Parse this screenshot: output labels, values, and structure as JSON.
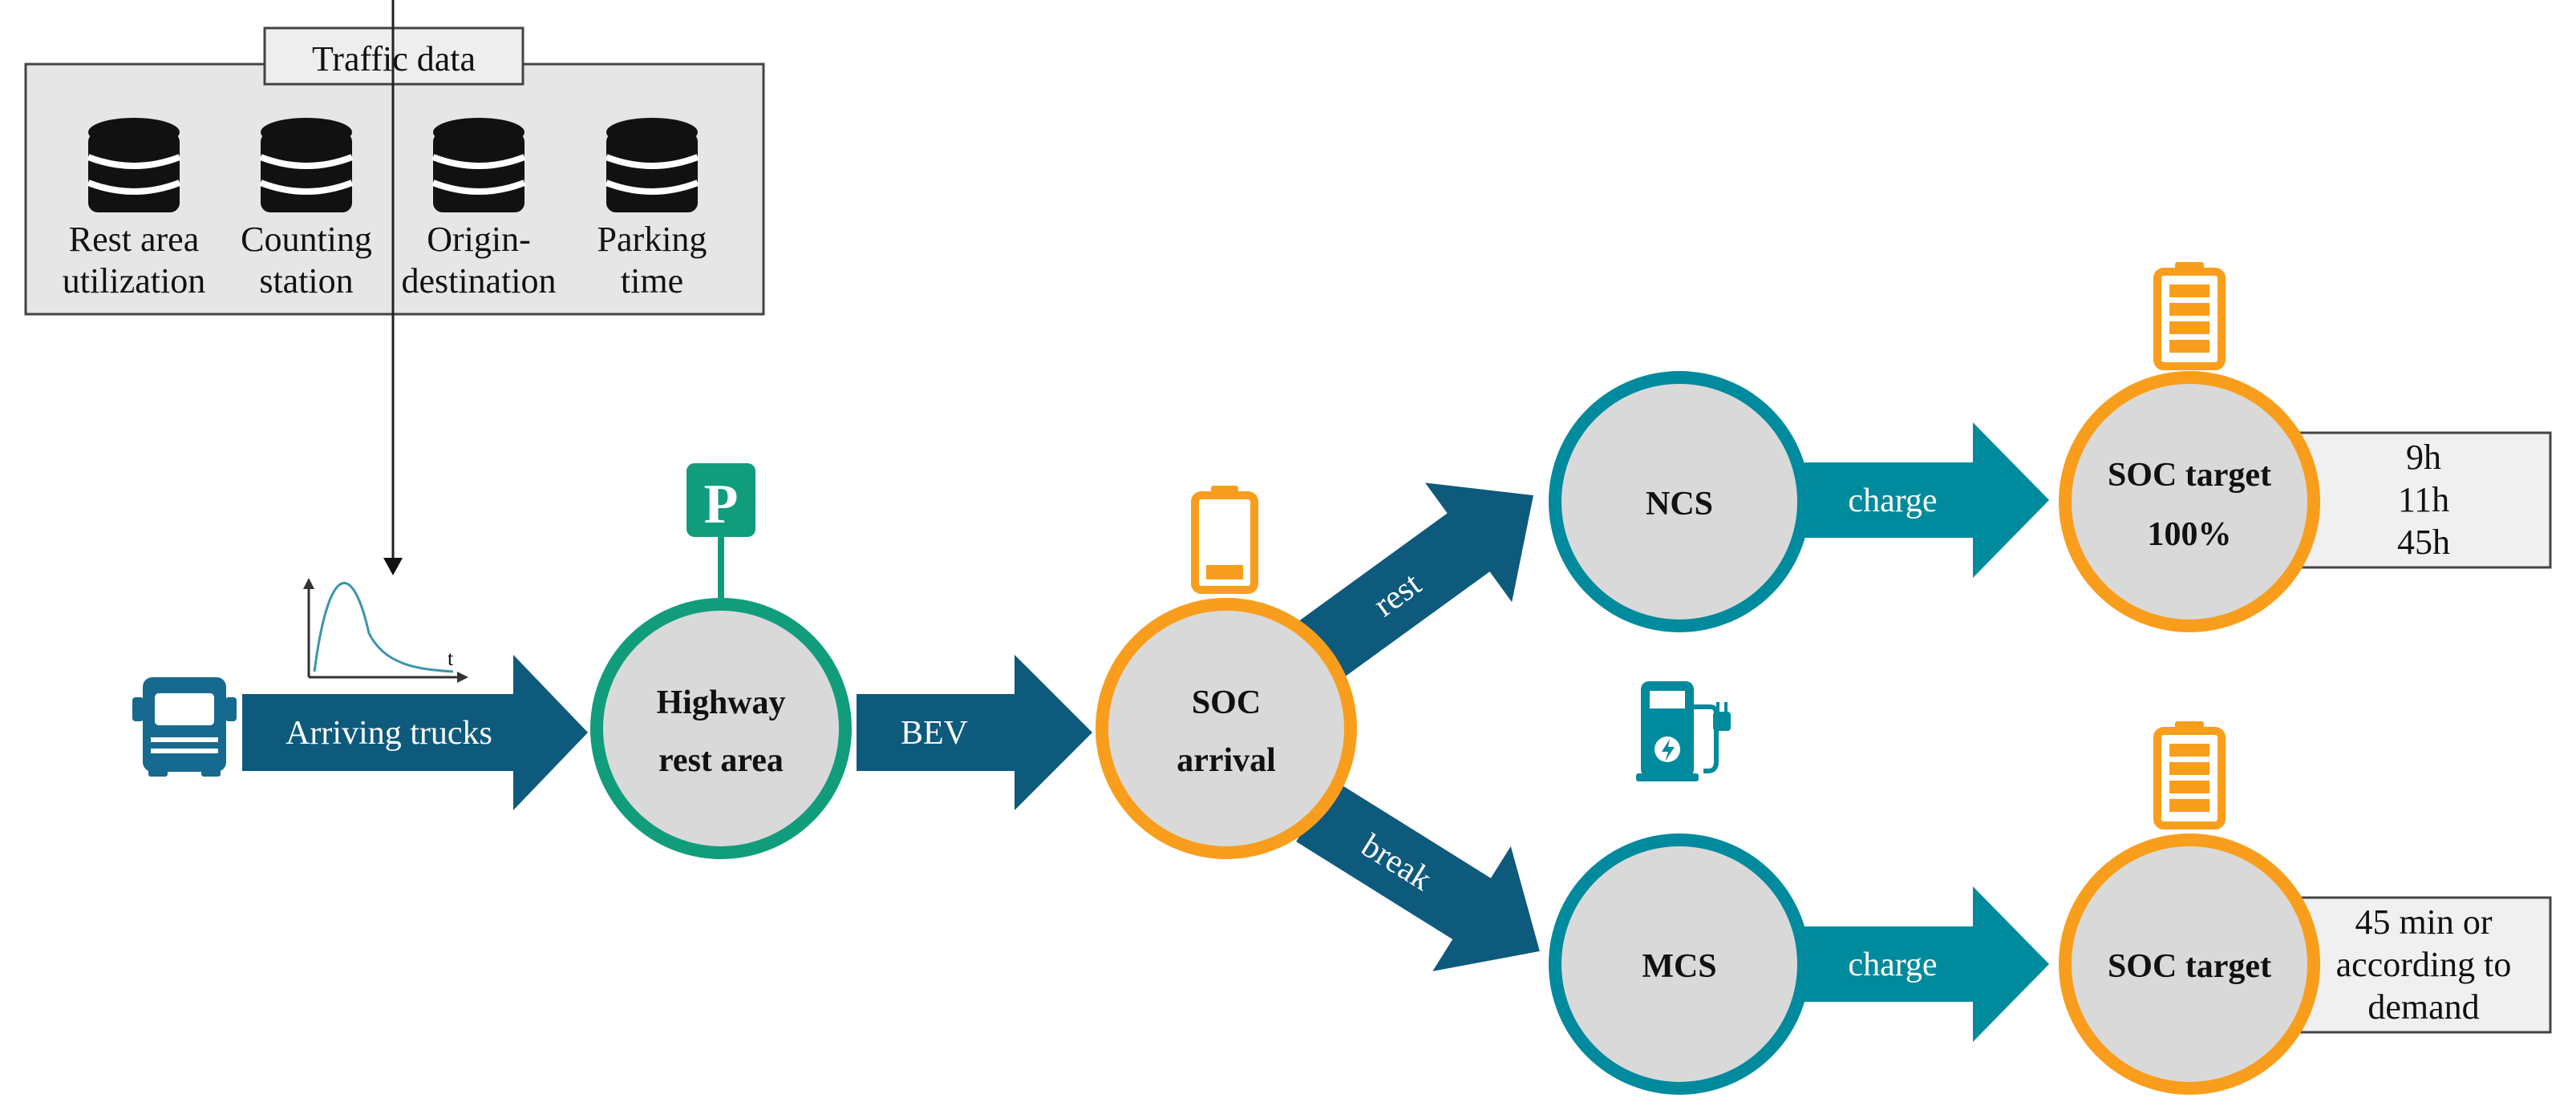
{
  "traffic_data": {
    "title": "Traffic data",
    "sources": [
      {
        "line1": "Rest area",
        "line2": "utilization",
        "icon": "database-icon"
      },
      {
        "line1": "Counting",
        "line2": "station",
        "icon": "database-icon"
      },
      {
        "line1": "Origin-",
        "line2": "destination",
        "icon": "database-icon"
      },
      {
        "line1": "Parking",
        "line2": "time",
        "icon": "database-icon"
      }
    ]
  },
  "arrival_curve": {
    "axis_label": "t"
  },
  "arrows": {
    "arriving": "Arriving trucks",
    "bev": "BEV",
    "rest": "rest",
    "break": "break",
    "charge_ncs": "charge",
    "charge_mcs": "charge"
  },
  "nodes": {
    "rest_area": {
      "line1": "Highway",
      "line2": "rest area"
    },
    "soc_arrival": {
      "line1": "SOC",
      "line2": "arrival"
    },
    "ncs": "NCS",
    "mcs": "MCS",
    "soc_target_ncs": {
      "line1": "SOC target",
      "line2": "100%"
    },
    "soc_target_mcs": "SOC target"
  },
  "ncs_times": [
    "9h",
    "11h",
    "45h"
  ],
  "mcs_times": [
    "45 min or",
    "according to",
    "demand"
  ],
  "colors": {
    "navy": "#0d5a7c",
    "teal": "#008a9d",
    "green": "#119d7c",
    "orange": "#f99e1c",
    "node_fill": "#d9d9d9",
    "panel_fill": "#e6e6e6",
    "box_fill": "#f0f0f0"
  }
}
